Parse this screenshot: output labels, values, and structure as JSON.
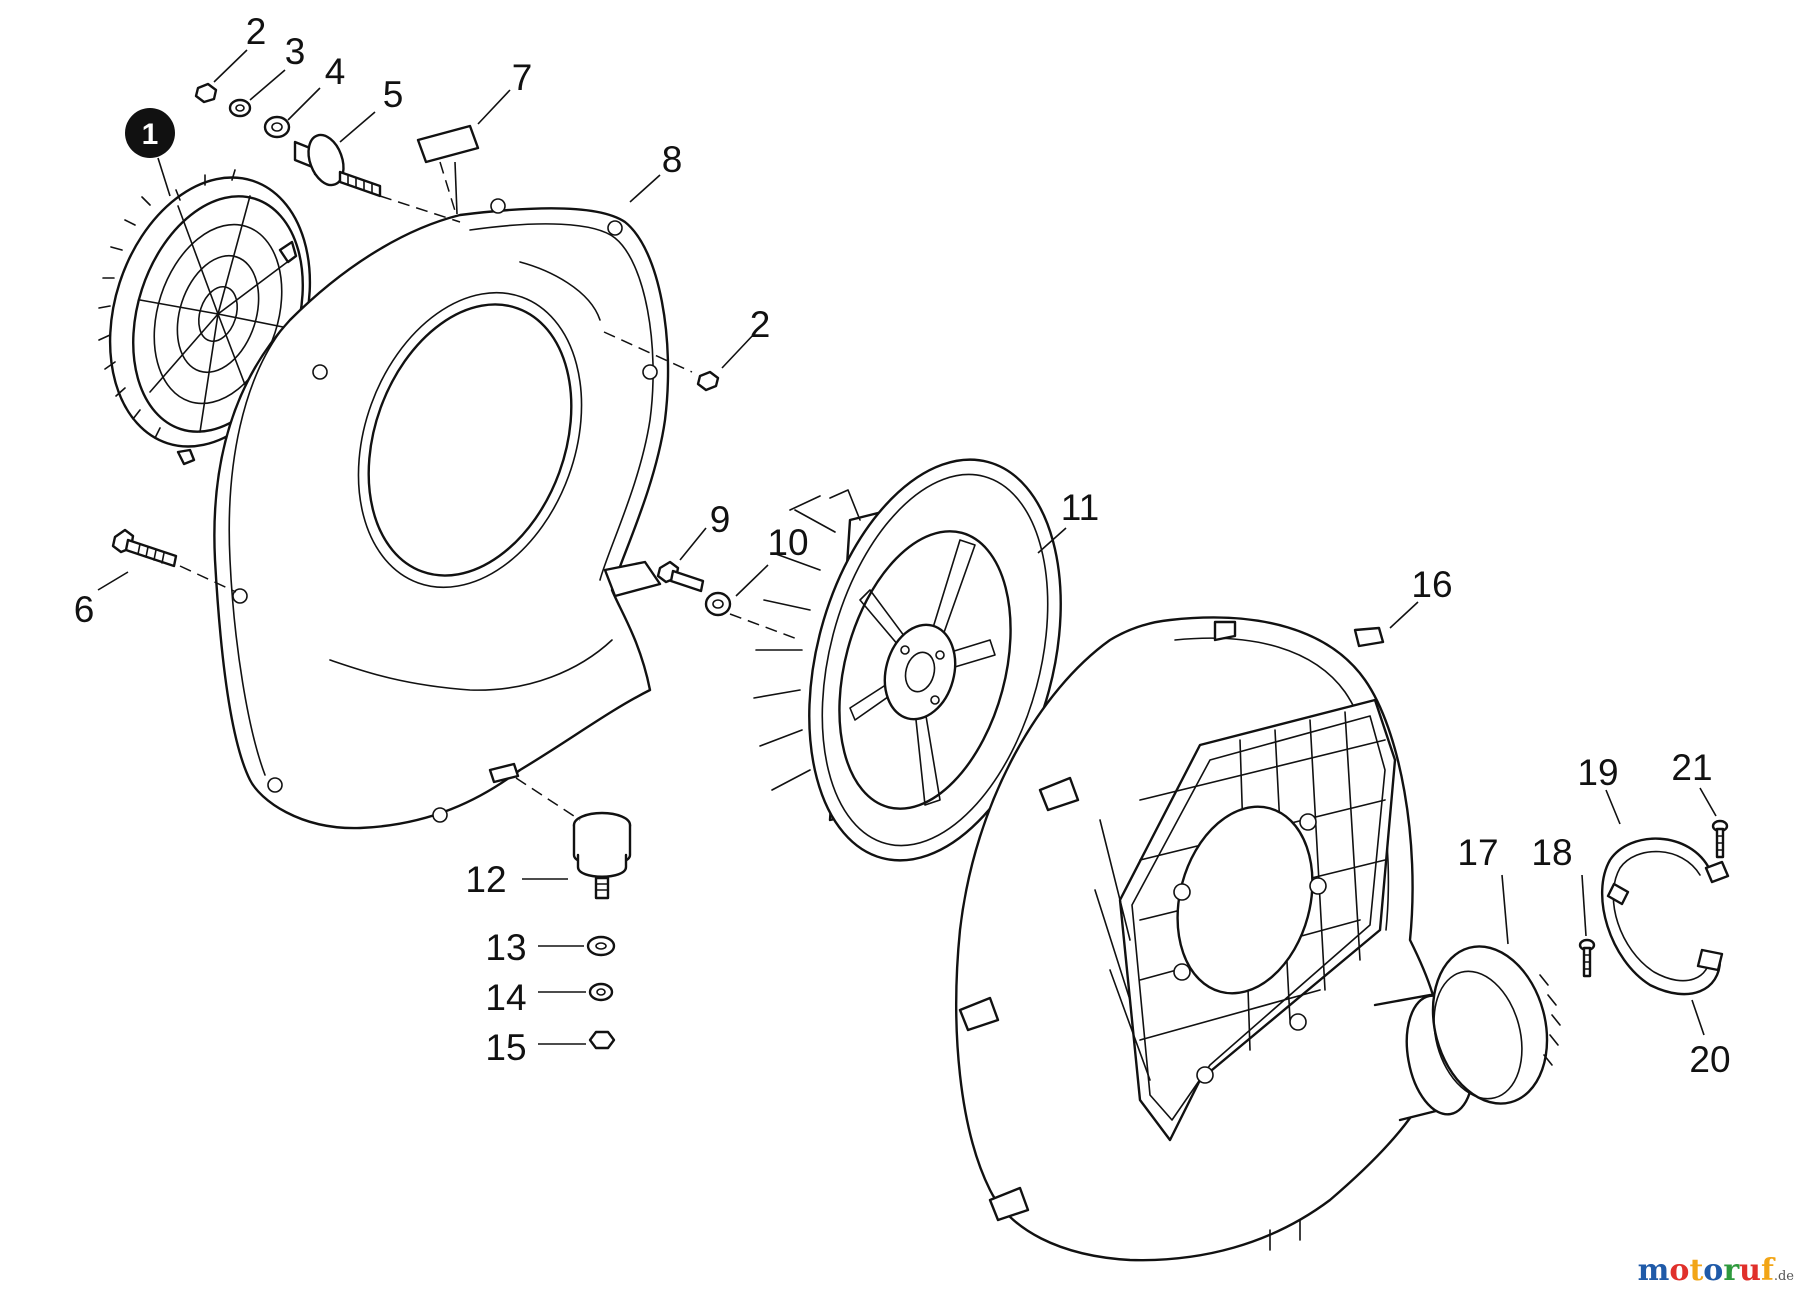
{
  "diagram": {
    "callouts": [
      {
        "id": "1",
        "label": "1"
      },
      {
        "id": "2a",
        "label": "2"
      },
      {
        "id": "3",
        "label": "3"
      },
      {
        "id": "4",
        "label": "4"
      },
      {
        "id": "5",
        "label": "5"
      },
      {
        "id": "7",
        "label": "7"
      },
      {
        "id": "8",
        "label": "8"
      },
      {
        "id": "2b",
        "label": "2"
      },
      {
        "id": "6",
        "label": "6"
      },
      {
        "id": "9",
        "label": "9"
      },
      {
        "id": "10",
        "label": "10"
      },
      {
        "id": "11",
        "label": "11"
      },
      {
        "id": "16",
        "label": "16"
      },
      {
        "id": "12",
        "label": "12"
      },
      {
        "id": "13",
        "label": "13"
      },
      {
        "id": "14",
        "label": "14"
      },
      {
        "id": "15",
        "label": "15"
      },
      {
        "id": "19",
        "label": "19"
      },
      {
        "id": "21",
        "label": "21"
      },
      {
        "id": "17",
        "label": "17"
      },
      {
        "id": "18",
        "label": "18"
      },
      {
        "id": "20",
        "label": "20"
      }
    ]
  },
  "watermark": {
    "text": "motoruf",
    "suffix": ".de",
    "letter_colors": [
      "#1f5aa8",
      "#e0302b",
      "#f2a516",
      "#1f5aa8",
      "#2e9a3d",
      "#e0302b",
      "#f2a516"
    ]
  }
}
